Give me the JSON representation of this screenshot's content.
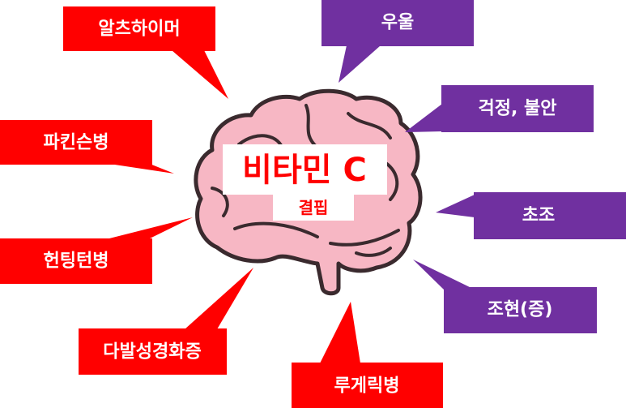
{
  "center": {
    "title": "비타민 C",
    "subtitle": "결핍"
  },
  "callouts_red": [
    {
      "label": "알츠하이머"
    },
    {
      "label": "파킨슨병"
    },
    {
      "label": "헌팅턴병"
    },
    {
      "label": "다발성경화증"
    },
    {
      "label": "루게릭병"
    }
  ],
  "callouts_purple": [
    {
      "label": "우울"
    },
    {
      "label": "걱정, 불안"
    },
    {
      "label": "초조"
    },
    {
      "label": "조현(증)"
    }
  ],
  "colors": {
    "red": "#ff0000",
    "purple": "#7030a0",
    "brain": "#f7b7c4",
    "brain_outline": "#3a2a2e",
    "label_bg": "#ffffff"
  }
}
